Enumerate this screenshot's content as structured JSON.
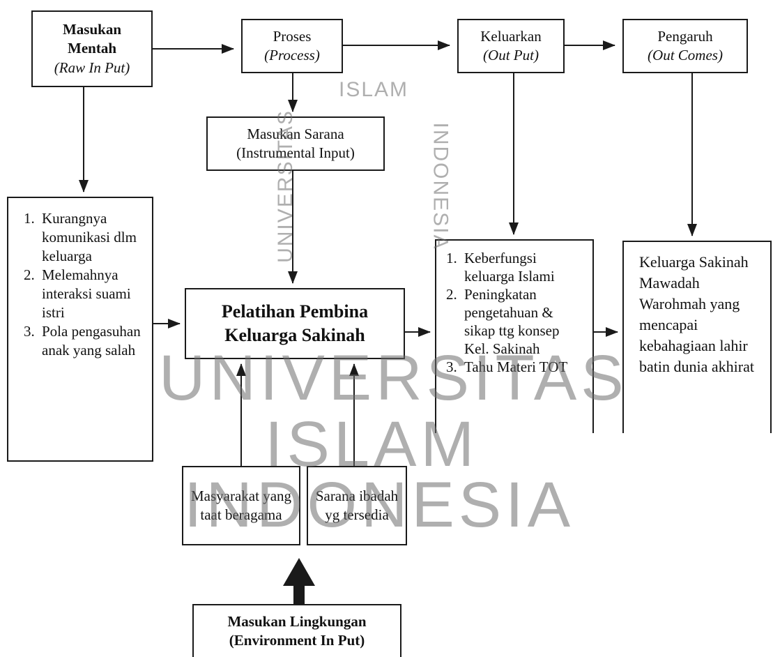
{
  "nodes": {
    "raw_input": {
      "title_line1": "Masukan",
      "title_line2": "Mentah",
      "subtitle": "(Raw In Put)"
    },
    "process": {
      "title": "Proses",
      "subtitle": "(Process)"
    },
    "output": {
      "title": "Keluarkan",
      "subtitle": "(Out Put)"
    },
    "outcome": {
      "title": "Pengaruh",
      "subtitle": "(Out Comes)"
    },
    "instrumental": {
      "line1": "Masukan Sarana",
      "line2": "(Instrumental Input)"
    },
    "problems": {
      "items": [
        {
          "num": "1.",
          "text": "Kurangnya komunikasi dlm keluarga"
        },
        {
          "num": "2.",
          "text": "Melemahnya interaksi suami istri"
        },
        {
          "num": "3.",
          "text": "Pola pengasuhan anak yang salah"
        }
      ]
    },
    "training": {
      "line1": "Pelatihan Pembina",
      "line2": "Keluarga Sakinah"
    },
    "results": {
      "items": [
        {
          "num": "1.",
          "text": "Keberfungsi keluarga Islami"
        },
        {
          "num": "2.",
          "text": "Peningkatan pengetahuan & sikap ttg konsep Kel. Sakinah"
        },
        {
          "num": "3.",
          "text": "Tahu Materi TOT"
        }
      ]
    },
    "impact": {
      "text": "Keluarga Sakinah Mawadah Warohmah yang mencapai kebahagiaan lahir batin dunia akhirat"
    },
    "community": {
      "text": "Masyarakat yang taat beragama"
    },
    "facilities": {
      "text": "Sarana ibadah yg tersedia"
    },
    "environment": {
      "line1": "Masukan Lingkungan",
      "line2": "(Environment In Put)"
    }
  },
  "watermark": {
    "word1": "UNIVERSITAS",
    "word2": "ISLAM",
    "word3": "INDONESIA",
    "seal_top": "ISLAM",
    "seal_left": "UNIVERSITAS",
    "seal_right": "INDONESIA"
  },
  "colors": {
    "line": "#1a1a1a",
    "watermark": "#8a8a8a"
  }
}
